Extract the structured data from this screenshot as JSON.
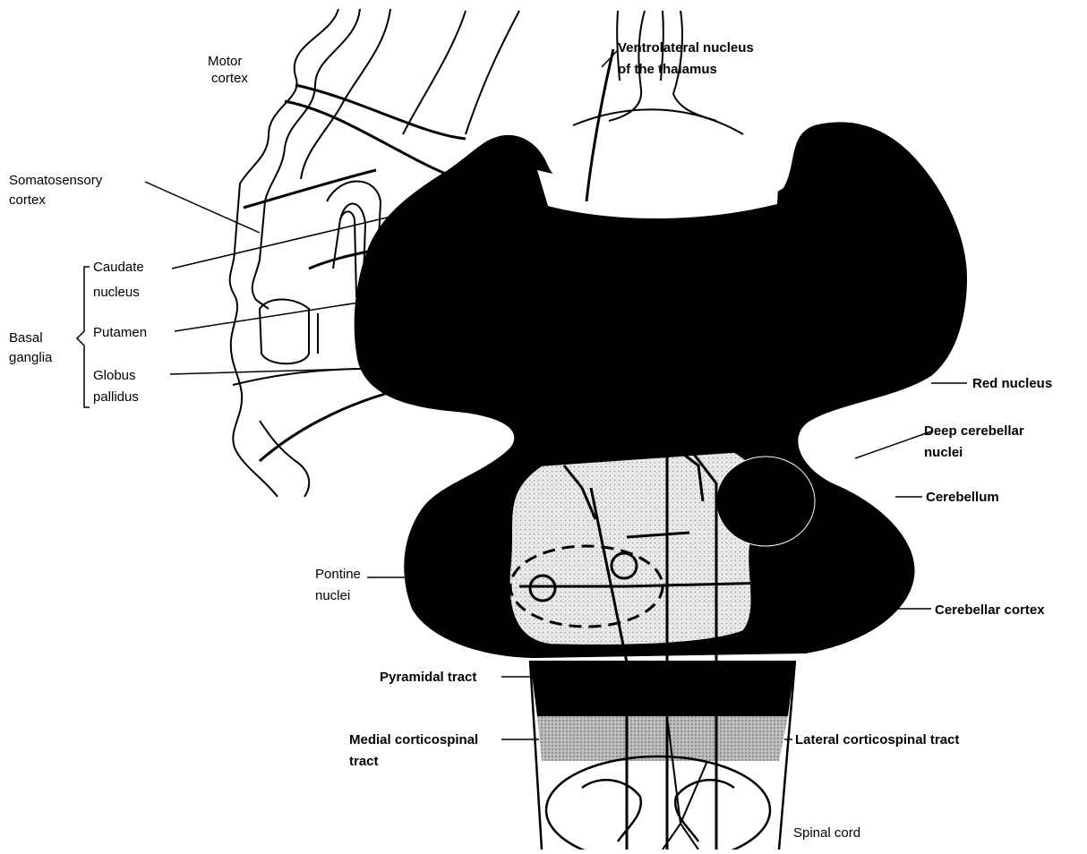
{
  "labels": {
    "motor_cortex": [
      "Motor",
      "cortex"
    ],
    "ventrolateral": [
      "Ventrolateral nucleus",
      "of the thalamus"
    ],
    "somatosensory": [
      "Somatosensory",
      "cortex"
    ],
    "caudate": [
      "Caudate",
      "nucleus"
    ],
    "basal_ganglia": [
      "Basal",
      "ganglia"
    ],
    "putamen": "Putamen",
    "globus": [
      "Globus",
      "pallidus"
    ],
    "red_nucleus": "Red nucleus",
    "deep_cerebellar": [
      "Deep cerebellar",
      "nuclei"
    ],
    "cerebellum": "Cerebellum",
    "pontine": [
      "Pontine",
      "nuclei"
    ],
    "cerebellar_cortex": "Cerebellar cortex",
    "pyramidal": "Pyramidal tract",
    "medial_cs": [
      "Medial corticospinal",
      "tract"
    ],
    "lateral_cs": "Lateral corticospinal tract",
    "spinal_cord": "Spinal cord"
  },
  "colors": {
    "ink": "#000000",
    "paper": "#ffffff",
    "stipple": "#d9d9d9",
    "band": "#9a9a9a"
  }
}
